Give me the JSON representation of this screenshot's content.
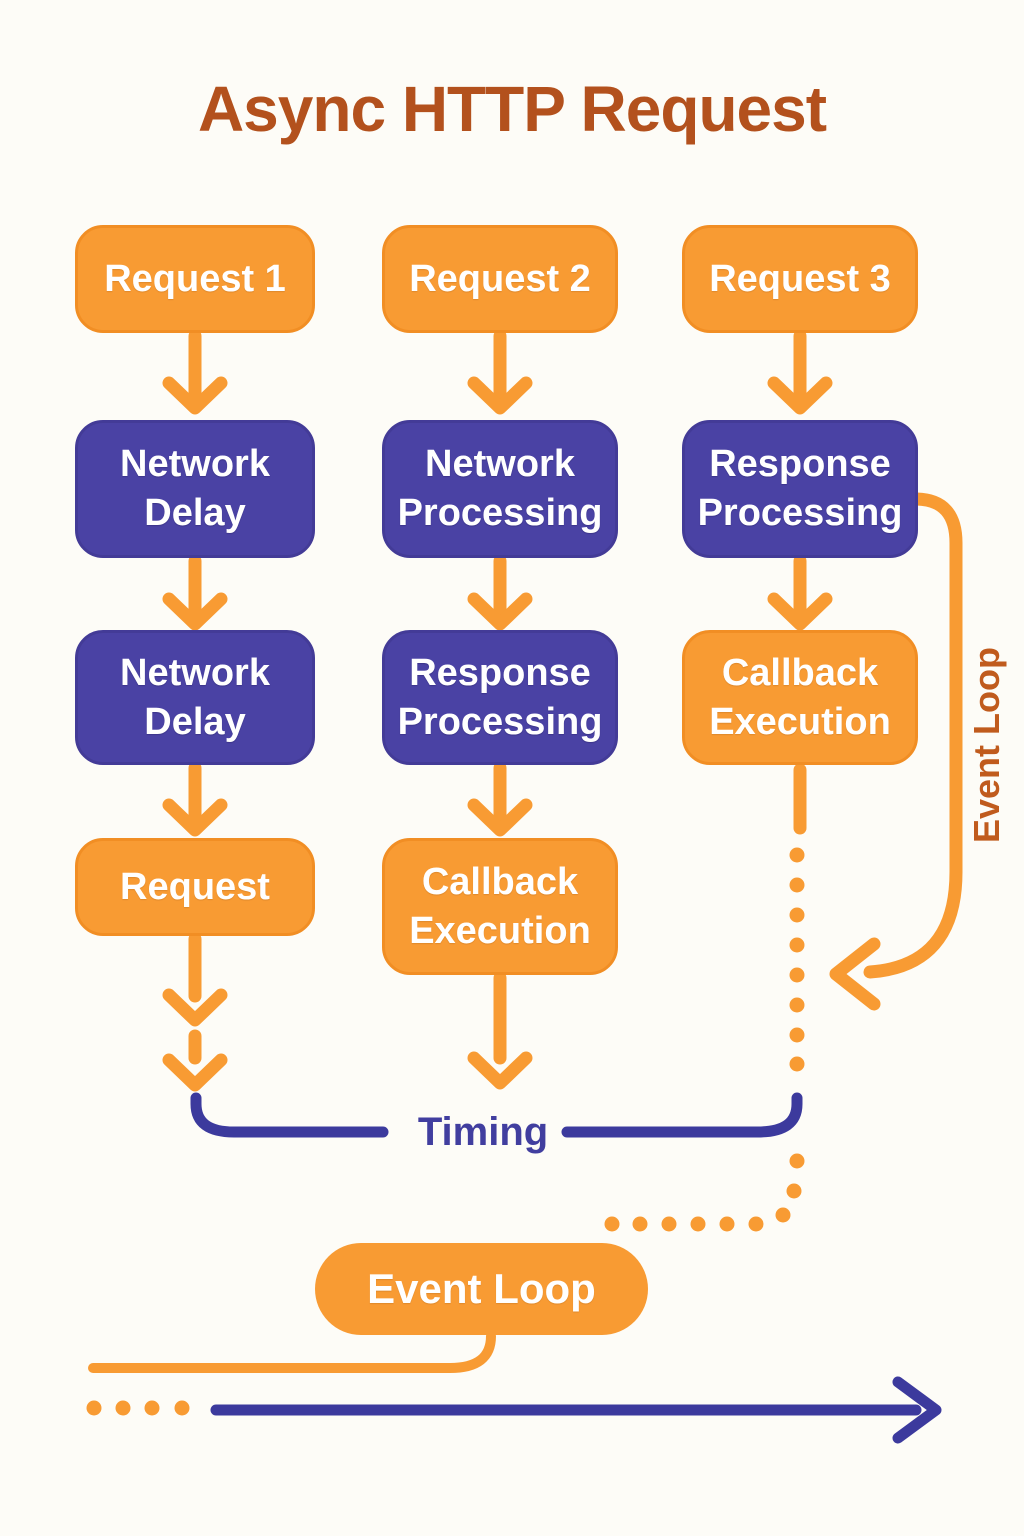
{
  "title": "Async HTTP Request",
  "columns": [
    {
      "name": "request-1",
      "steps": [
        {
          "label": "Request 1",
          "type": "orange"
        },
        {
          "label": "Network Delay",
          "type": "purple"
        },
        {
          "label": "Network Delay",
          "type": "purple"
        },
        {
          "label": "Request",
          "type": "orange"
        }
      ]
    },
    {
      "name": "request-2",
      "steps": [
        {
          "label": "Request 2",
          "type": "orange"
        },
        {
          "label": "Network Processing",
          "type": "purple"
        },
        {
          "label": "Response Processing",
          "type": "purple"
        },
        {
          "label": "Callback Execution",
          "type": "orange"
        }
      ]
    },
    {
      "name": "request-3",
      "steps": [
        {
          "label": "Request 3",
          "type": "orange"
        },
        {
          "label": "Response Processing",
          "type": "purple"
        },
        {
          "label": "Callback Execution",
          "type": "orange"
        }
      ]
    }
  ],
  "labels": {
    "timing": "Timing",
    "event_loop_side": "Event Loop",
    "event_loop_pill": "Event Loop"
  },
  "colors": {
    "background": "#FDFCF7",
    "box_orange": "#F89B33",
    "box_purple": "#4A42A4",
    "line_purple": "#3C3A9D",
    "title_text": "#B3511D",
    "side_label_text": "#C05B1D",
    "box_text": "#FFFFFF"
  }
}
